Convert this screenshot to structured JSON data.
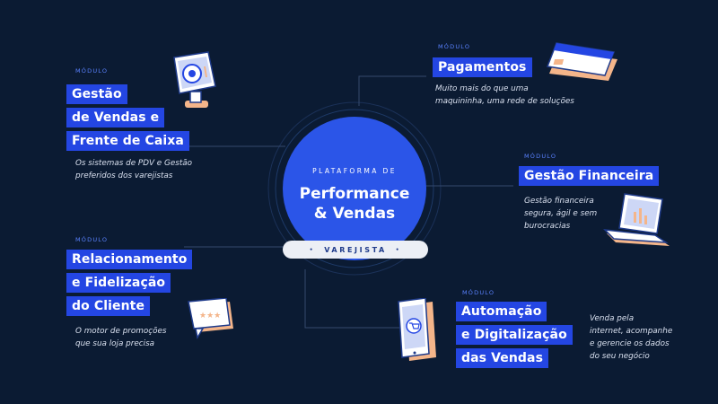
{
  "center": {
    "subtitle": "PLATAFORMA DE",
    "title_lines": [
      "Performance",
      "& Vendas"
    ],
    "pill_label": "VAREJISTA",
    "pill_dot": "•"
  },
  "modules": {
    "vendas": {
      "label": "MÓDULO",
      "title_lines": [
        "Gestão",
        "de Vendas e",
        "Frente de Caixa"
      ],
      "desc_lines": [
        "Os sistemas de PDV e Gestão",
        "preferidos dos varejistas"
      ],
      "icon": "pos-terminal-icon"
    },
    "relacionamento": {
      "label": "MÓDULO",
      "title_lines": [
        "Relacionamento",
        "e Fidelização",
        "do Cliente"
      ],
      "desc_lines": [
        "O motor de promoções",
        "que sua loja precisa"
      ],
      "icon": "rating-stars-icon"
    },
    "pagamentos": {
      "label": "MÓDULO",
      "title_lines": [
        "Pagamentos"
      ],
      "desc_lines": [
        "Muito mais do que uma",
        "maquininha, uma rede de soluções"
      ],
      "icon": "credit-card-icon"
    },
    "financeira": {
      "label": "MÓDULO",
      "title_lines": [
        "Gestão Financeira"
      ],
      "desc_lines": [
        "Gestão financeira",
        "segura, ágil e sem",
        "burocracias"
      ],
      "icon": "laptop-chart-icon"
    },
    "automacao": {
      "label": "MÓDULO",
      "title_lines": [
        "Automação",
        "e Digitalização",
        "das Vendas"
      ],
      "desc_lines": [
        "Venda pela",
        "internet, acompanhe",
        "e gerencie os dados",
        "do seu negócio"
      ],
      "icon": "smartphone-cart-icon"
    }
  },
  "colors": {
    "background": "#0b1b33",
    "accent": "#2446e3",
    "circle": "#2b55e8",
    "label": "#5a82ff",
    "peach": "#f4b58a",
    "pill": "#eceff5"
  }
}
